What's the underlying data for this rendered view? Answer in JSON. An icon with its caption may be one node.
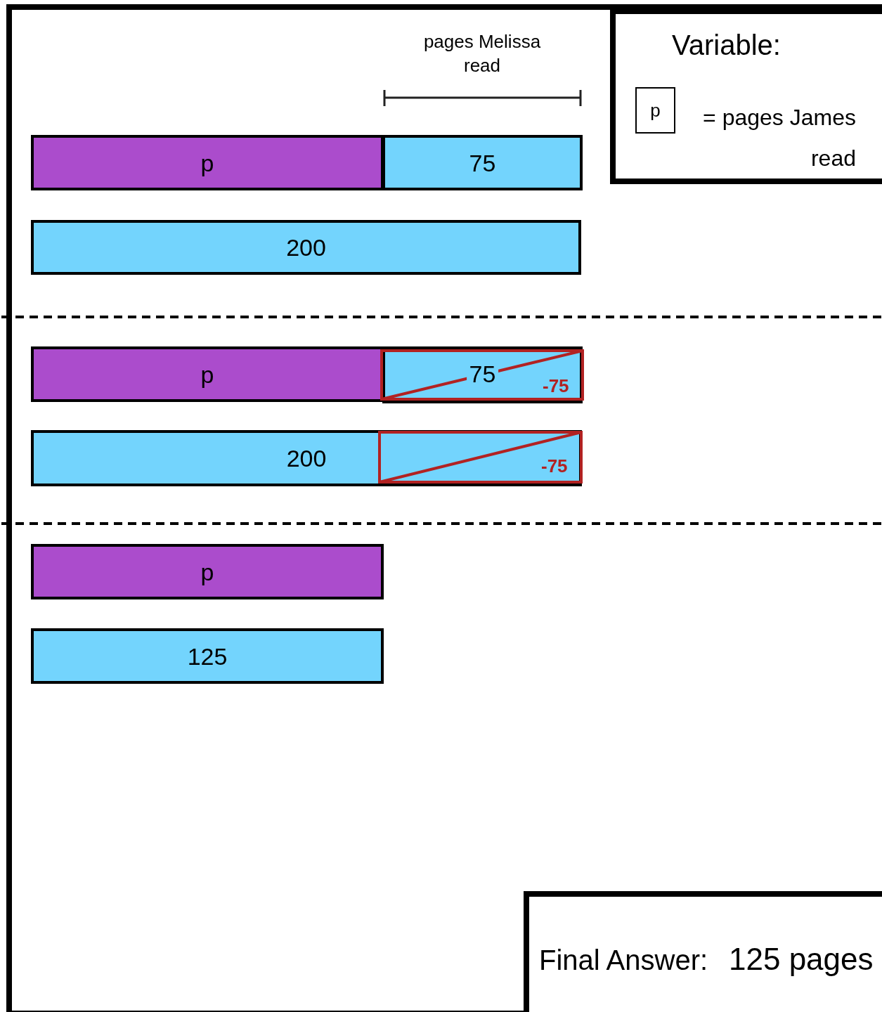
{
  "diagram": {
    "nodes": [
      {
        "text": [
          "Variable:",
          "= pages James read"
        ]
      },
      {
        "text": [
          "p"
        ],
        "in": 0
      },
      {
        "text": [
          "p"
        ]
      },
      {
        "text": [
          "75"
        ]
      },
      {
        "text": [
          "200"
        ]
      },
      {
        "text": [
          "p"
        ]
      },
      {
        "text": [
          "75"
        ]
      },
      {
        "text": [
          "200"
        ]
      },
      {
        "text": [
          "p"
        ]
      },
      {
        "text": [
          "125"
        ]
      },
      {
        "text": [
          "Final Answer:",
          "125 pages"
        ]
      }
    ],
    "edges": [],
    "labels": [
      "pages Melissa read",
      "-75",
      "-75"
    ]
  }
}
